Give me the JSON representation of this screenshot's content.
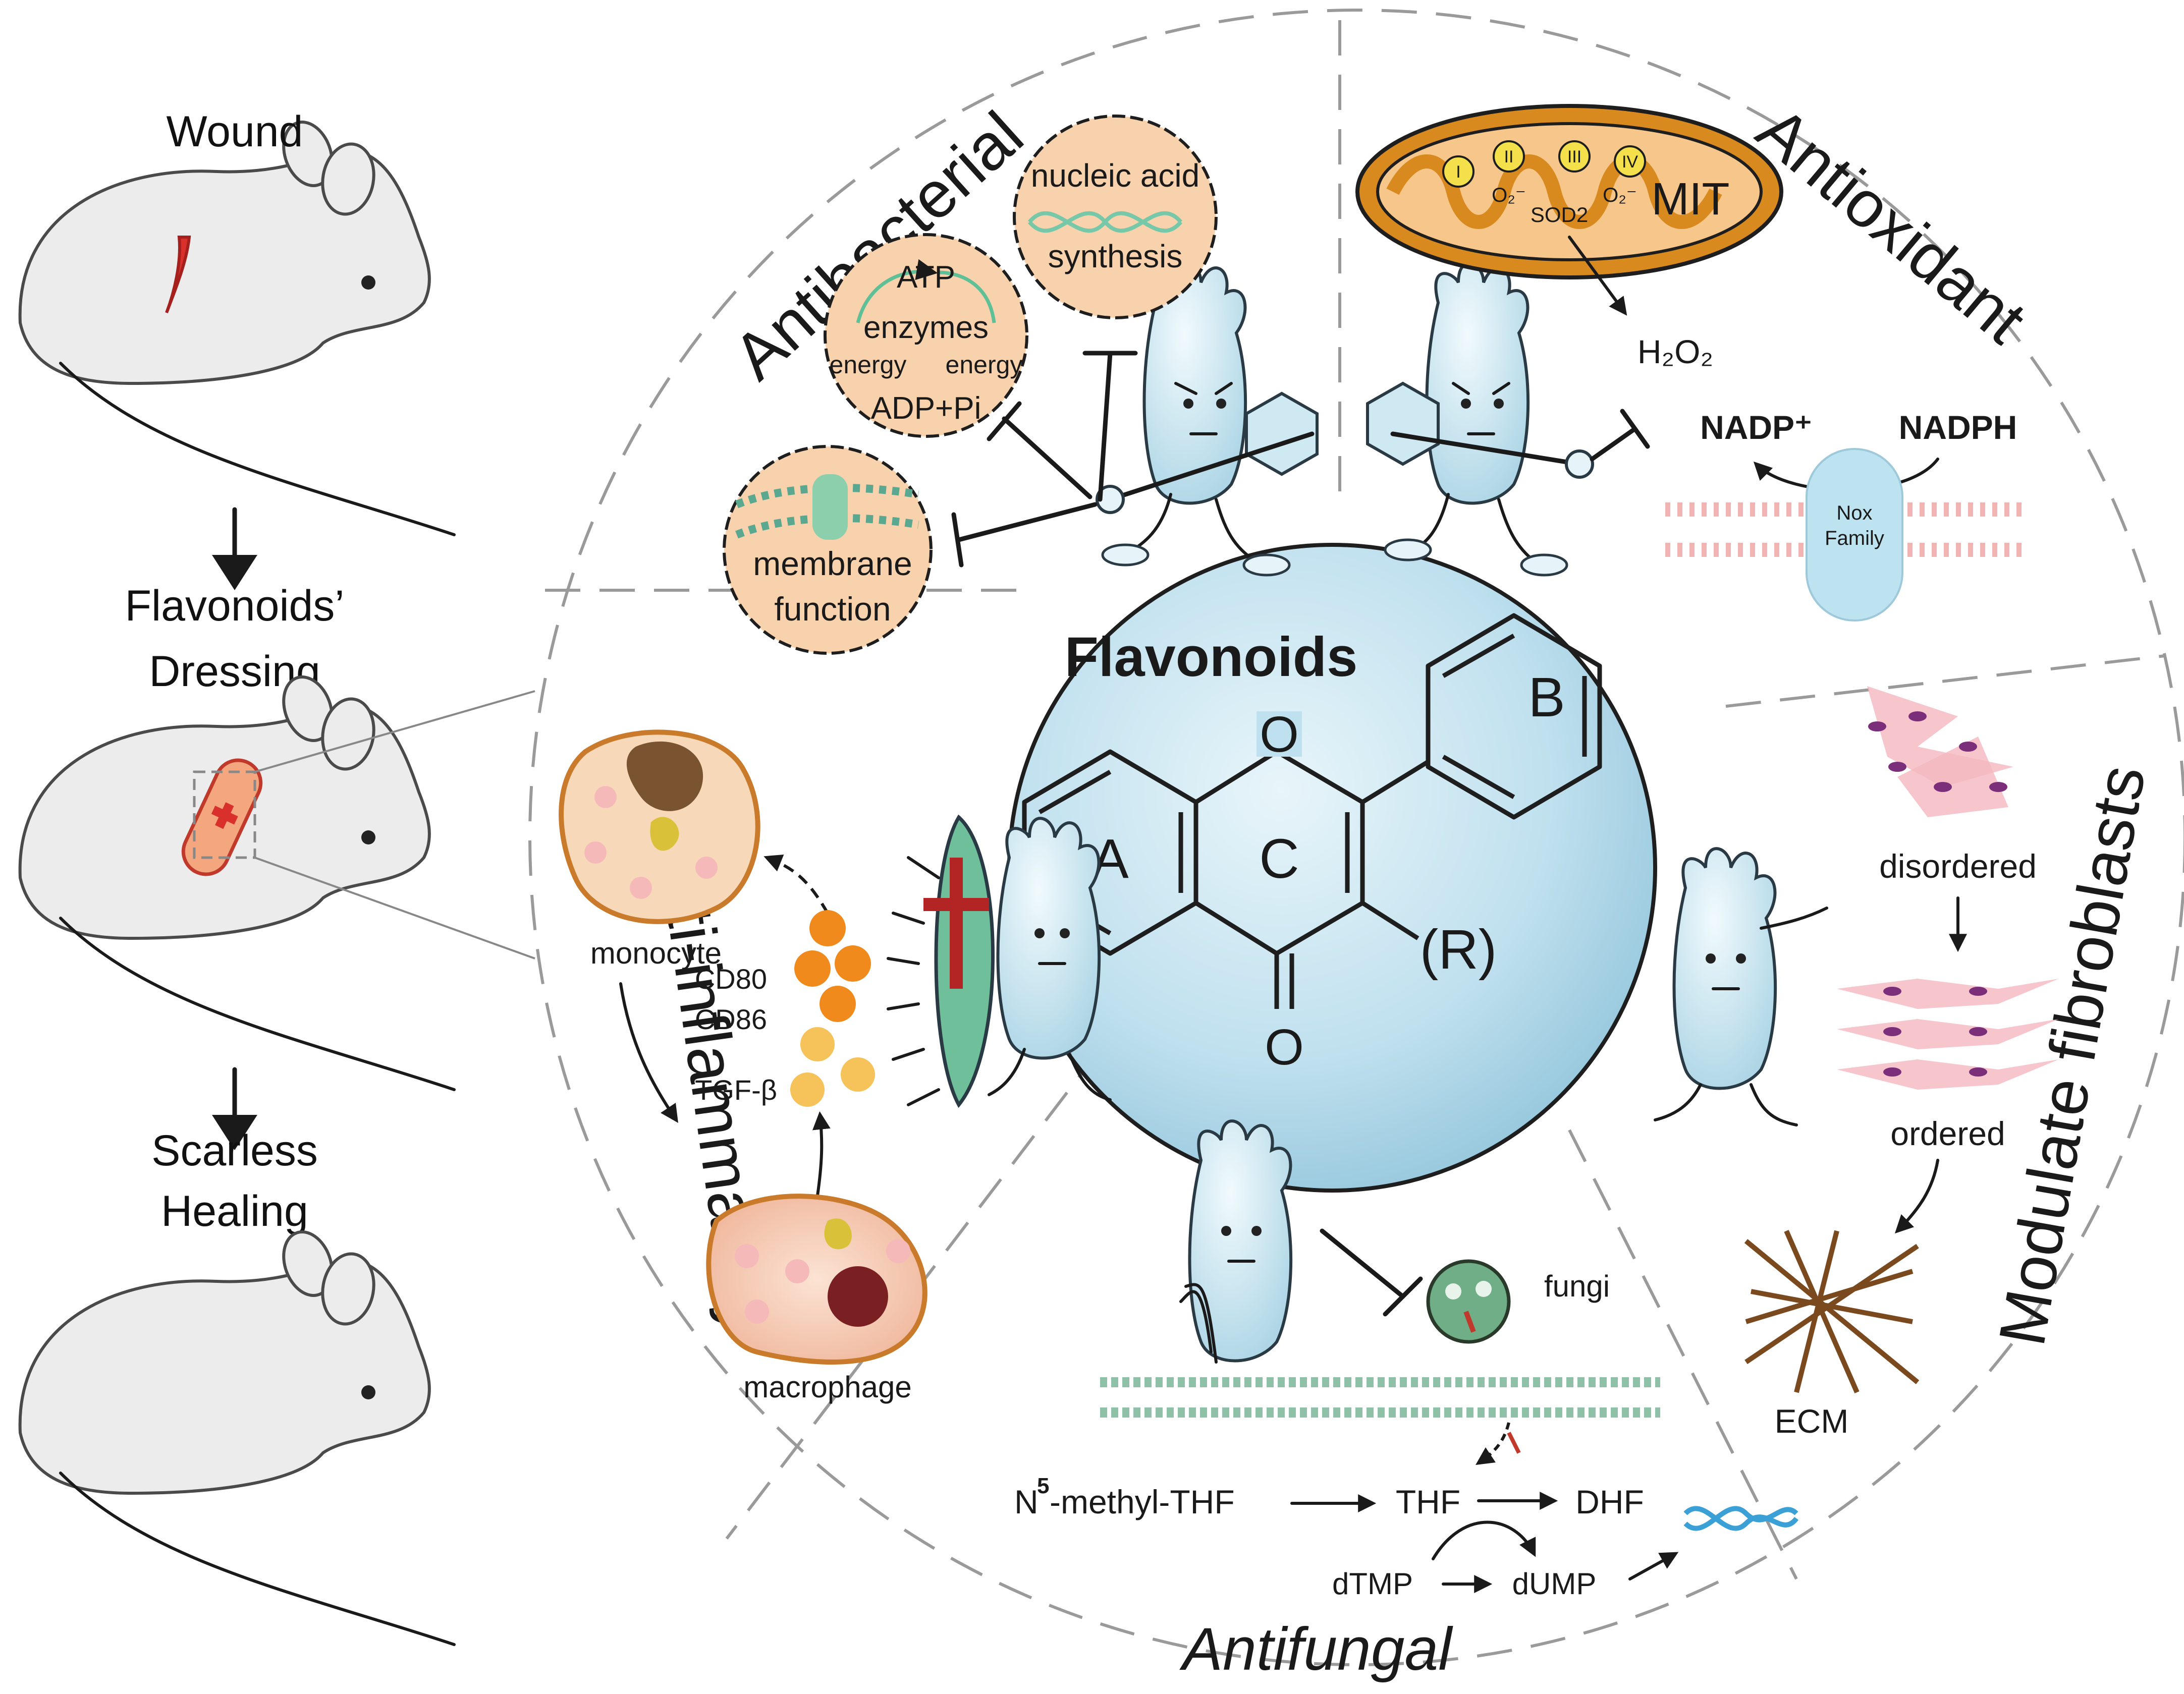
{
  "left_panel": {
    "wound": "Wound",
    "dressing_line1": "Flavonoids’",
    "dressing_line2": "Dressing",
    "healing_line1": "Scarless",
    "healing_line2": "Healing"
  },
  "center": {
    "title": "Flavonoids",
    "ring_a": "A",
    "ring_b": "B",
    "ring_c": "C",
    "oxygen_top": "O",
    "oxygen_bottom": "O",
    "substituent": "(R)"
  },
  "sections": {
    "antibacterial": "Antibacterial",
    "antioxidant": "Antioxidant",
    "anti_inflammatory": "Anti-inflammatory",
    "modulate_fibroblasts": "Modulate fibroblasts",
    "antifungal": "Antifungal"
  },
  "antibacterial": {
    "nucleic_line1": "nucleic acid",
    "nucleic_line2": "synthesis",
    "atp": "ATP",
    "enzymes": "enzymes",
    "energy_left": "energy",
    "energy_right": "energy",
    "adp": "ADP+Pi",
    "membrane_line1": "membrane",
    "membrane_line2": "function"
  },
  "antioxidant": {
    "complex_1": "I",
    "complex_2": "II",
    "complex_3": "III",
    "complex_4": "IV",
    "superoxide_left": "O₂⁻",
    "superoxide_right": "O₂⁻",
    "sod2": "SOD2",
    "mit": "MIT",
    "h2o2": "H₂O₂",
    "nadp": "NADP⁺",
    "nadph": "NADPH",
    "nox_line1": "Nox",
    "nox_line2": "Family"
  },
  "inflammation": {
    "monocyte": "monocyte",
    "cd80": "CD80",
    "cd86": "CD86",
    "tgf": "TGF-β",
    "macrophage": "macrophage"
  },
  "fibroblasts": {
    "disordered": "disordered",
    "ordered": "ordered",
    "ecm": "ECM"
  },
  "antifungal": {
    "fungi": "fungi",
    "n_prefix": "N",
    "superscript_5": "5",
    "methyl_thf": "-methyl-THF",
    "thf": "THF",
    "dhf": "DHF",
    "dtmp": "dTMP",
    "dump": "dUMP"
  },
  "colors": {
    "sphere": "#bfe0ee",
    "orange_ball": "#f8d2ad",
    "mitochondrion": "#d98a1f",
    "cd_orange": "#f08a1c",
    "tgf_yellow": "#f6c25a",
    "cell_pink": "#f1b8ae",
    "wound_red": "#d9302c"
  }
}
